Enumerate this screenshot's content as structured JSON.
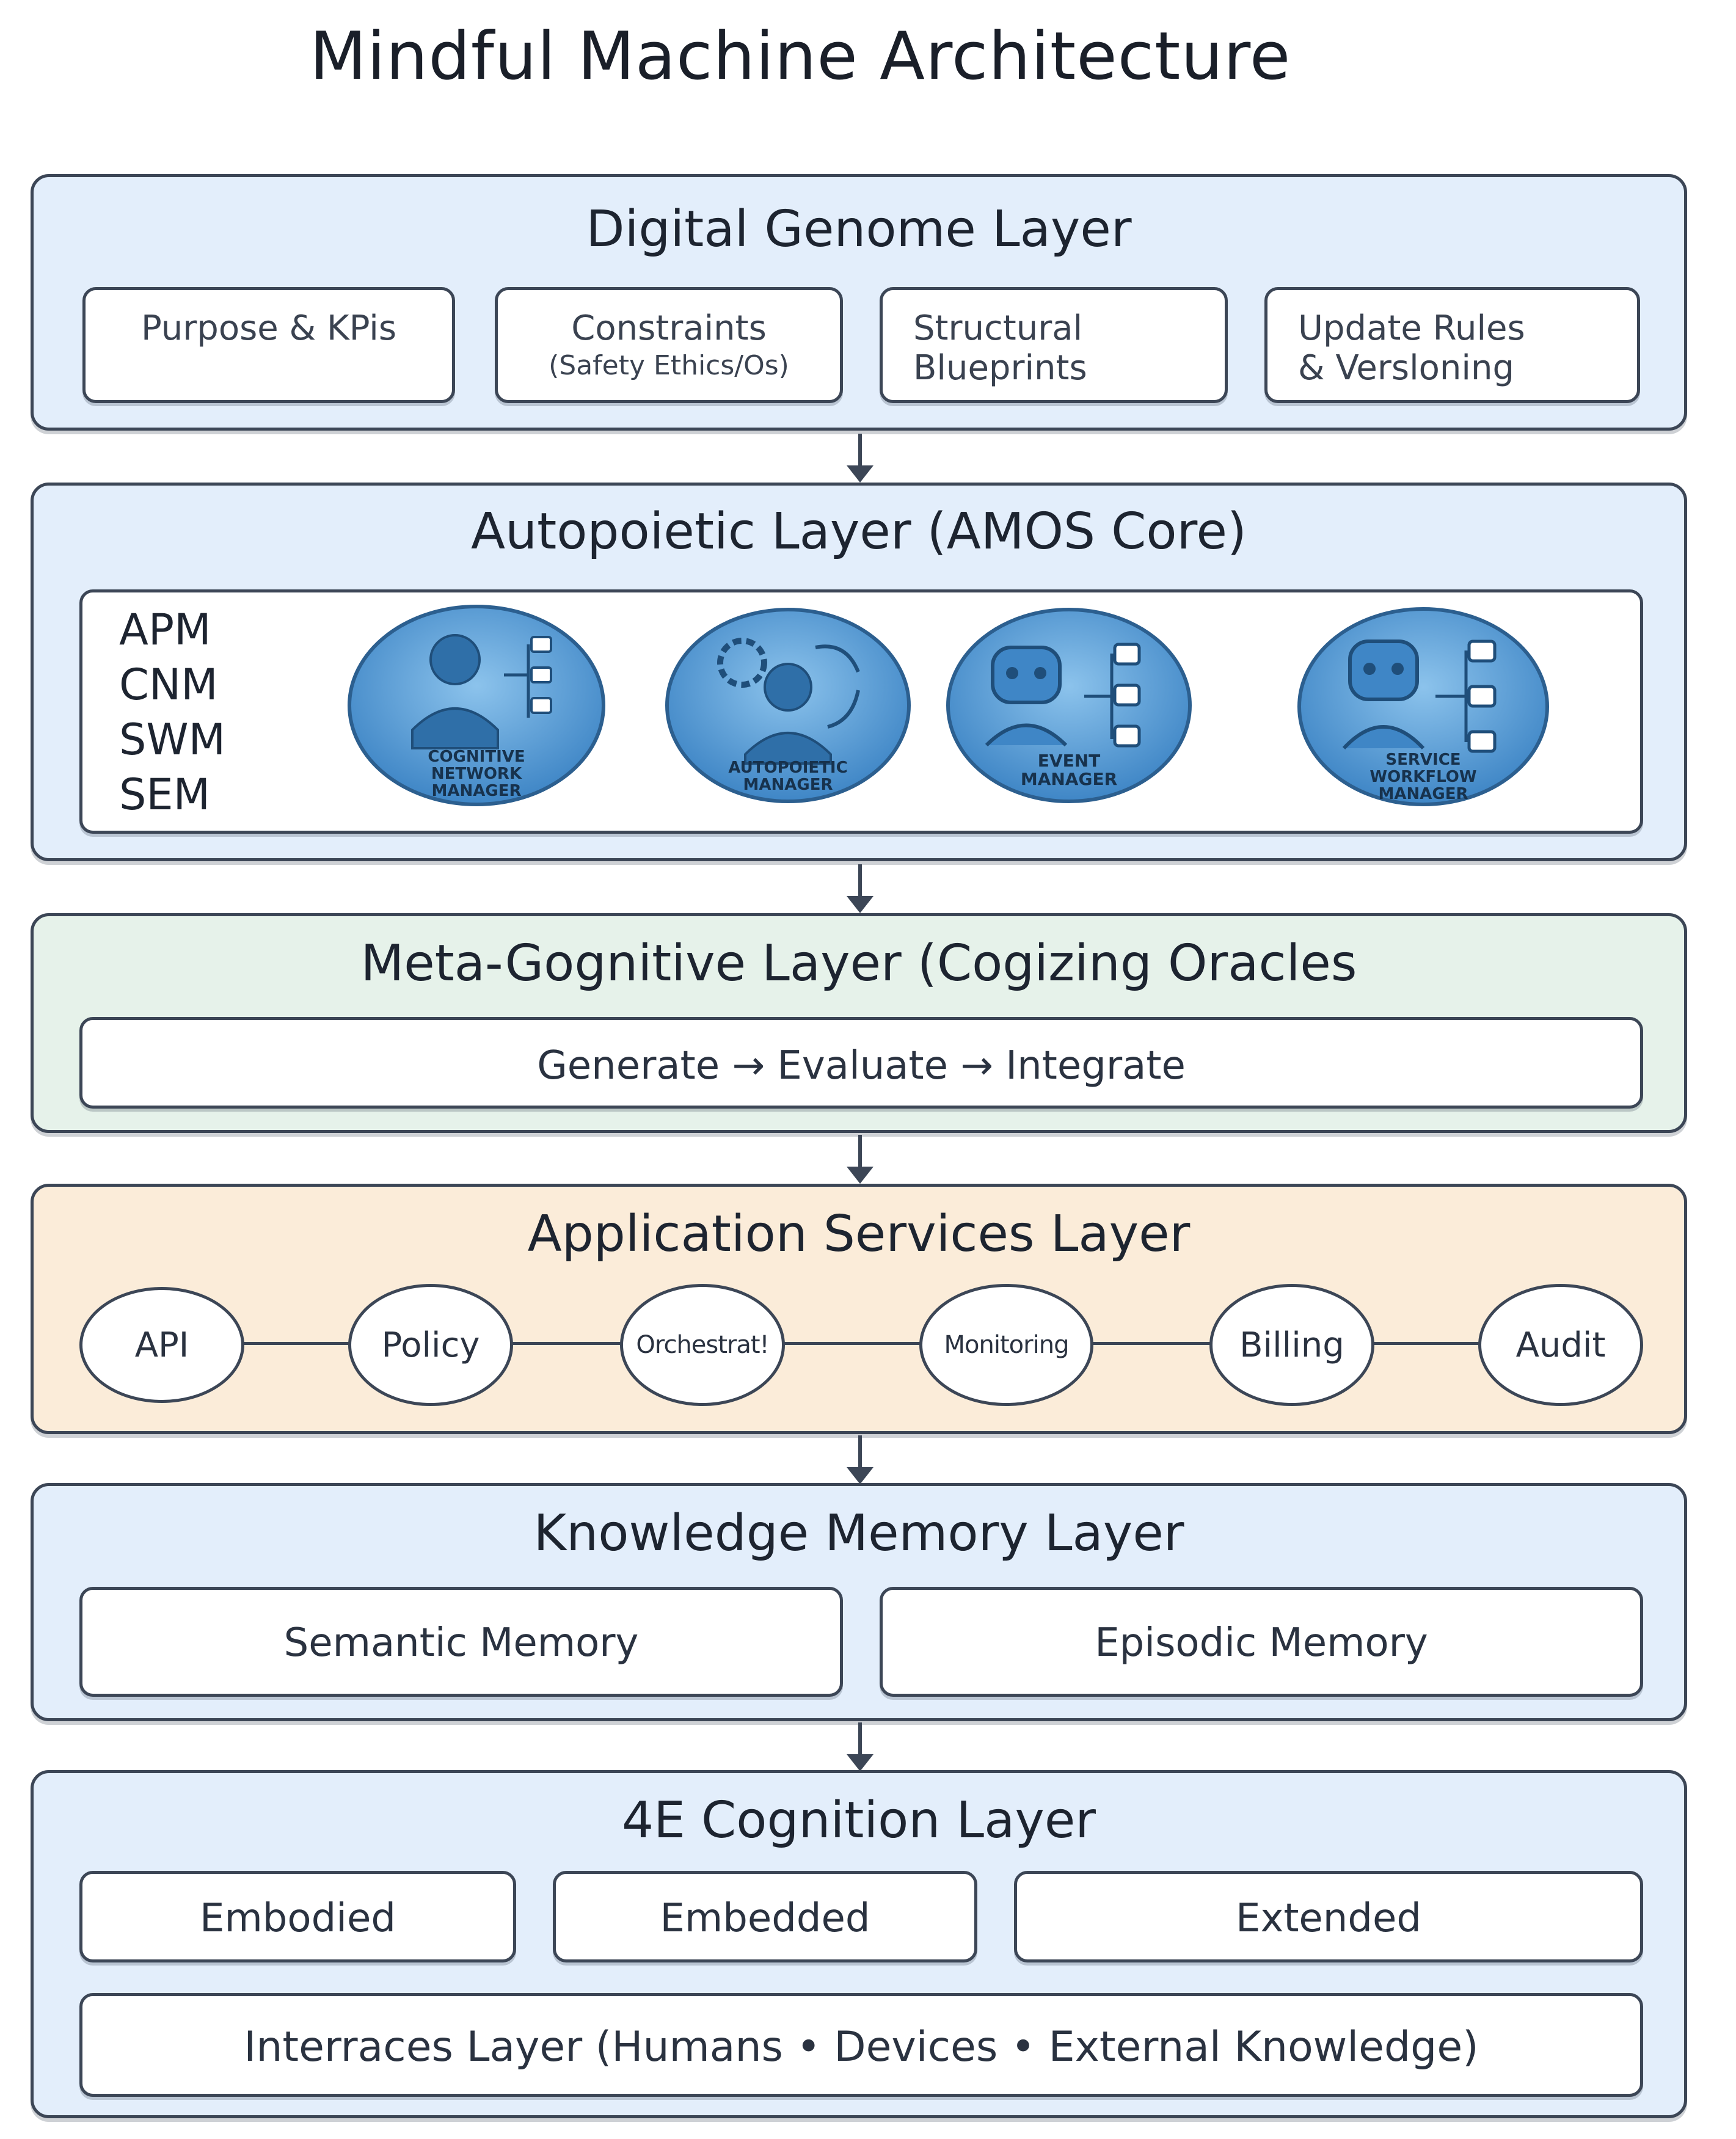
{
  "title": "Mindful Machine Architecture",
  "layers": {
    "genome": {
      "title": "Digital Genome Layer",
      "boxes": [
        {
          "line1": "Purpose & KPis",
          "line2": ""
        },
        {
          "line1": "Constraints",
          "line2": "(Safety Ethics/Os)"
        },
        {
          "line1": "Structural",
          "line2": "Blueprints"
        },
        {
          "line1": "Update Rules",
          "line2": "& Versloning"
        }
      ]
    },
    "autopoietic": {
      "title": "Autopoietic Layer (AMOS Core)",
      "abbreviations": [
        "APM",
        "CNM",
        "SWM",
        "SEM"
      ],
      "managers": [
        {
          "icon": "cognitive-network-manager-icon",
          "line1": "COGNITIVE",
          "line2": "NETWORK",
          "line3": "MANAGER"
        },
        {
          "icon": "autopoietic-manager-icon",
          "line1": "AUTOPOIETIC",
          "line2": "MANAGER",
          "line3": ""
        },
        {
          "icon": "event-manager-icon",
          "line1": "EVENT",
          "line2": "MANAGER",
          "line3": ""
        },
        {
          "icon": "service-workflow-manager-icon",
          "line1": "SERVICE",
          "line2": "WORKFLOW",
          "line3": "MANAGER"
        }
      ]
    },
    "metacognitive": {
      "title": "Meta-Gognitive Layer (Cogizing Oracles",
      "flow": "Generate → Evaluate → Integrate"
    },
    "application": {
      "title": "Application Services Layer",
      "nodes": [
        "API",
        "Policy",
        "Orchestrat!",
        "Monitoring",
        "Billing",
        "Audit"
      ]
    },
    "knowledge": {
      "title": "Knowledge Memory Layer",
      "boxes": [
        "Semantic Memory",
        "Episodic Memory"
      ]
    },
    "cognition4e": {
      "title": "4E Cognition Layer",
      "boxes": [
        "Embodied",
        "Embedded",
        "Extended"
      ],
      "interfaces": "Interraces Layer (Humans • Devices • External Knowledge)"
    }
  },
  "colors": {
    "blue_layer": "#e3eefb",
    "green_layer": "#e6f2ea",
    "peach_layer": "#fbecd9",
    "border": "#3c4656",
    "manager_fill": "#5b9fd6"
  }
}
